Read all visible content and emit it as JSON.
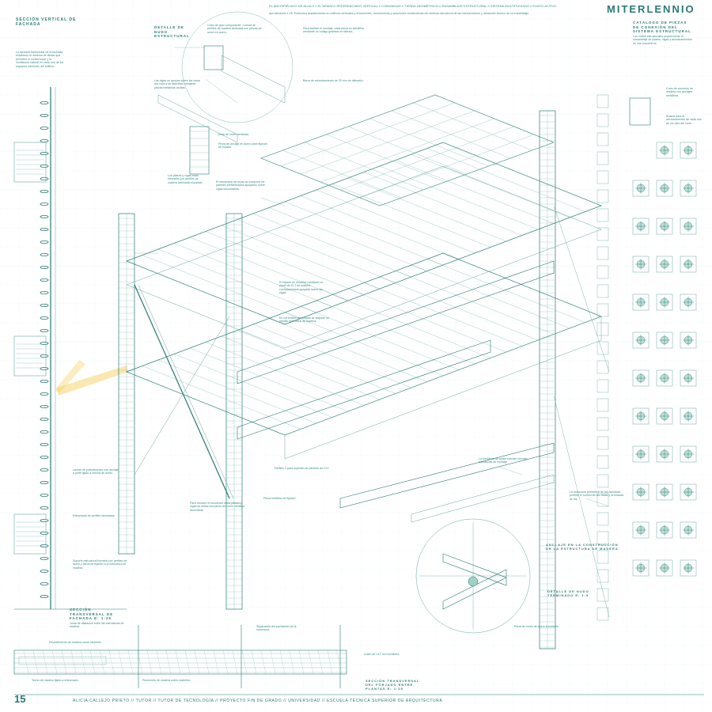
{
  "header": {
    "title": "MITERLENNIO",
    "subtitle": "EL ARCHIPIÉLAGO DE ALUAJI Y EL NEMATO-REFERENCIADO VERTICAL // COMUNIDAD // TIERRA GEOMÉTRICO // ENSAMBLAJE ESTRUCTURAL // SISTEMA MULTIPLEXADO // PUNTO ACTIVO",
    "description": "Aproximación 1:25. Estructura arquitectónica en edificios verticales y envolventes, conocimiento y soluciones constructivas del sistema estructural de las intersecciones y desarrollo técnico de su ensamblaje."
  },
  "left_panel": {
    "title": "SECCIÓN VERTICAL DE FACHADA",
    "text1": "La fachada transversal de la fachada establece un sistema de lamas que permiten el control solar y la ventilación natural en cada uno de los espacios interiores del edificio.",
    "label_a": "Lamas de policarbonato con anclaje a perfil fijado a cercha de acero.",
    "label_b": "Entramado de perfiles laminados.",
    "label_c": "Soporte estructural formado por perfiles de acero y tacos de fijación a la estructura de madera.",
    "footer_title": "SECCIÓN TRANSVERSAL DE FACHADA E: 1:25"
  },
  "top_detail": {
    "title": "DETALLE DE NUDO ESTRUCTURAL",
    "text1": "Cubo de gran componente. Consta de perfiles de madera laminada con piezas de unión en acero.",
    "text2": "Las vigas se apoyan sobre las caras del cubo y se atornillan mediante piezas metálicas ocultas.",
    "text3": "Junta de unión ventilada.",
    "text4": "Los pilares y vigas están formados por perfiles de madera laminada encolada.",
    "text5": "Pieza de anclaje en acero para fijación de forjado.",
    "text6": "El entramado de losas se compone de paneles prefabricados apoyados sobre vigas secundarias.",
    "text7": "Para facilitar el montaje, cada pieza se identifica mediante un código grabado en fábrica.",
    "text8": "Barra de arriostramiento de 20 mm de diámetro."
  },
  "mid_notes": {
    "text1": "El forjado se resuelve mediante un panel de CLT de madera contralaminada apoyado sobre las vigas.",
    "text2": "En los bordes del forjado se dispone un remate perimetral de madera.",
    "text3": "Perfiles Z para sujeción de paneles de CLT.",
    "text4": "Pieza metálica de fijación.",
    "text5": "Para resolver el encuentro entre pilares y vigas se utiliza una pieza de unión metálica atornillada.",
    "text6": "La tornillería de ajuste permite corregir tolerancias de montaje."
  },
  "right_panel": {
    "title": "CATÁLOGO DE PIEZAS DE CONEXIÓN DEL SISTEMA ESTRUCTURAL",
    "text1": "Los nudos estructurales proporcionan el ensamblaje de pilares, vigas y arriostramientos en sus encuentros.",
    "text2": "Cubo de conexión de madera con anclajes metálicos.",
    "text3": "Brazos para el arriostramiento de cada uno de los ejes del nudo.",
    "text4": "La estructura perimetral de las fachadas permite el control de las vistas y la entrada de luz.",
    "text5": "ANCLAJE EN LA CONSTRUCCIÓN DE LA ESTRUCTURA DE MADERA",
    "text6": "Pieza de unión de acero inoxidable.",
    "detail_title": "DETALLE DE NUDO TERMINADO E: 1:5"
  },
  "bottom": {
    "text1": "Junta de dilatación entre las estructuras de madera.",
    "text2": "Revestimiento de madera sobre rastreles.",
    "text3": "Techo de madera fijado a entramado.",
    "text4": "Pavimento de madera sobre rastreles.",
    "text5": "Separación del pavimento de la estructura.",
    "text6": "Unión de CLT con tornillería.",
    "section_title": "SECCIÓN TRANSVERSAL DEL FORJADO ENTRE PLANTAS E: 1:25"
  },
  "footer": {
    "page_number": "15",
    "text": "ALICIA CALLEJO PRIETO // TUTOR // TUTOR DE TECNOLOGÍA // PROYECTO FIN DE GRADO // UNIVERSIDAD // ESCUELA TÉCNICA SUPERIOR DE ARQUITECTURA"
  },
  "colors": {
    "line": "#6aa7a2",
    "dark": "#2a7a74",
    "highlight": "#f3cb4f"
  }
}
